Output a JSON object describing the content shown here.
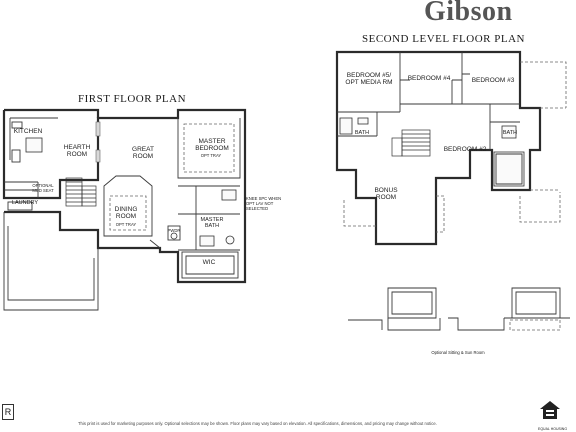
{
  "plan_name": "Gibson",
  "second_floor": {
    "title": "SECOND LEVEL FLOOR PLAN",
    "rooms": {
      "bedroom5": "BEDROOM #5/ OPT MEDIA RM",
      "bedroom4": "BEDROOM #4",
      "bedroom3": "BEDROOM #3",
      "bedroom2": "BEDROOM #2",
      "bath_left": "BATH",
      "bath_right": "BATH",
      "bonus": "BONUS ROOM"
    },
    "optional_caption": "Optional Sitting & Sun Room"
  },
  "first_floor": {
    "title": "FIRST FLOOR PLAN",
    "rooms": {
      "kitchen": "KITCHEN",
      "hearth": "HEARTH ROOM",
      "great": "GREAT ROOM",
      "master_bed": "MASTER BEDROOM",
      "master_bed_note": "OPT TRAY",
      "dining": "DINING ROOM",
      "dining_note": "OPT TRAY",
      "laundry": "LAUNDRY",
      "mud": "OPTIONAL MUD SEAT",
      "master_bath": "MASTER BATH",
      "wic": "WIC",
      "pwdr": "PWDR"
    },
    "note": "KNEE SPC WHEN OPT LAV NOT SELECTED"
  },
  "disclaimer": "This print is used for marketing purposes only. Optional selections may be shown. Floor plans may vary based on elevation. All specifications, dimensions, and pricing may change without notice.",
  "logos": {
    "left_mark": "R",
    "equal_housing": "EQUAL HOUSING"
  }
}
